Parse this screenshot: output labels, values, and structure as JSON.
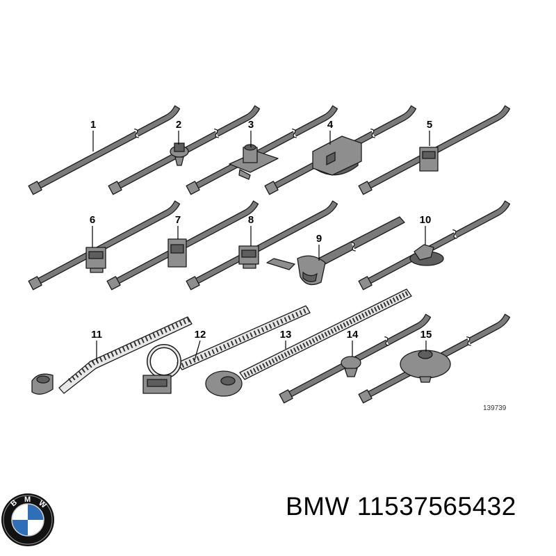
{
  "diagram": {
    "part_labels": [
      "1",
      "2",
      "3",
      "4",
      "5",
      "6",
      "7",
      "8",
      "9",
      "10",
      "11",
      "12",
      "13",
      "14",
      "15"
    ],
    "diagram_id": "139739"
  },
  "brand": {
    "logo_text": "BMW",
    "colors": {
      "blue": "#2f6fb7",
      "white": "#ffffff",
      "ring": "#111111"
    }
  },
  "part": {
    "label": "BMW 11537565432"
  }
}
